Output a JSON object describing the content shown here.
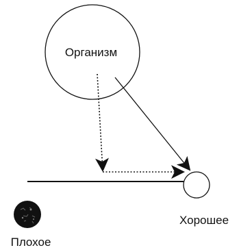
{
  "diagram": {
    "nodes": {
      "organism": {
        "label": "Организм"
      },
      "good": {
        "label": "Хорошее"
      },
      "bad": {
        "label": "Плохое"
      }
    },
    "colors": {
      "ink": "#111111",
      "background": "#ffffff"
    }
  }
}
